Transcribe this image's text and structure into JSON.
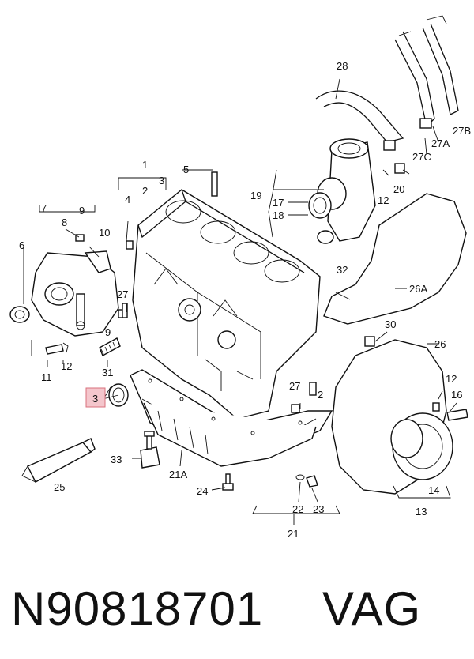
{
  "diagram": {
    "labels": {
      "l1": "1",
      "l2": "2",
      "l3": "3",
      "l4": "4",
      "l5": "5",
      "l6": "6",
      "l7": "7",
      "l8": "8",
      "l9a": "9",
      "l9b": "9",
      "l10": "10",
      "l11": "11",
      "l12a": "12",
      "l12b": "12",
      "l12c": "12",
      "l13": "13",
      "l14": "14",
      "l16": "16",
      "l17": "17",
      "l18": "18",
      "l19": "19",
      "l20": "20",
      "l21": "21",
      "l21a": "21A",
      "l22": "22",
      "l23": "23",
      "l24": "24",
      "l25": "25",
      "l26": "26",
      "l26a": "26A",
      "l27a": "27",
      "l27b": "27",
      "l27ab": "27A",
      "l27bb": "27B",
      "l27c": "27C",
      "l28": "28",
      "l30": "30",
      "l31": "31",
      "l32": "32",
      "l33": "33",
      "l2b": "2",
      "l3hl": "3"
    },
    "highlight_color": "#f4c6cc"
  },
  "caption": {
    "part_number": "N90818701",
    "brand": "VAG"
  }
}
